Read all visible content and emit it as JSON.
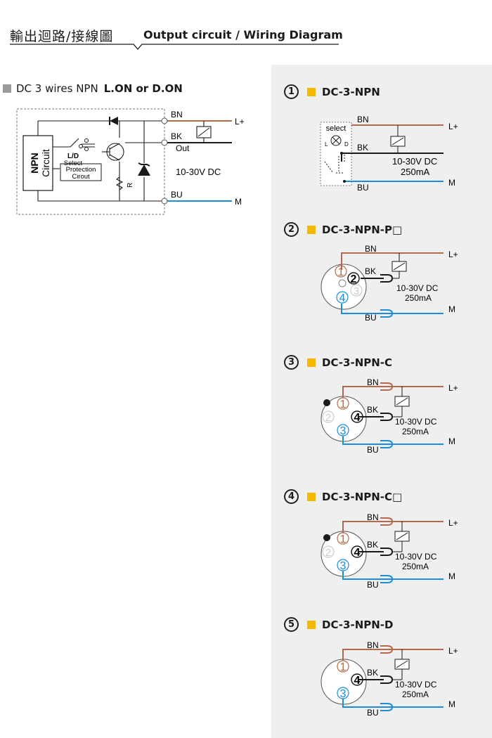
{
  "header": {
    "title_cn": "輸出迴路/接線圖",
    "title_en": "Output circuit / Wiring Diagram"
  },
  "left": {
    "heading_prefix": "DC 3 wires NPN",
    "heading_modes": "L.ON  or  D.ON",
    "labels": {
      "npn": "NPN",
      "circuit": "Circuit",
      "ld": "L/D",
      "select": "Select",
      "protection": "Protection",
      "cirout": "Cirout",
      "r": "R",
      "bn": "BN",
      "bk": "BK",
      "out": "Out",
      "bu": "BU",
      "voltage": "10-30V DC",
      "lplus": "L+",
      "m": "M"
    }
  },
  "sections": [
    {
      "num": "1",
      "title": "DC-3-NPN",
      "labels": {
        "select": "select",
        "l": "L",
        "d": "D",
        "bn": "BN",
        "bk": "BK",
        "bu": "BU",
        "lplus": "L+",
        "m": "M",
        "voltage": "10-30V DC",
        "current": "250mA"
      }
    },
    {
      "num": "2",
      "title": "DC-3-NPN-P□",
      "labels": {
        "bn": "BN",
        "bk": "BK",
        "bu": "BU",
        "lplus": "L+",
        "m": "M",
        "voltage": "10-30V DC",
        "current": "250mA",
        "pins": [
          "1",
          "2",
          "3",
          "4"
        ]
      }
    },
    {
      "num": "3",
      "title": "DC-3-NPN-C",
      "labels": {
        "bn": "BN",
        "bk": "BK",
        "bu": "BU",
        "lplus": "L+",
        "m": "M",
        "voltage": "10-30V DC",
        "current": "250mA",
        "pins": [
          "1",
          "2",
          "3",
          "4"
        ]
      }
    },
    {
      "num": "4",
      "title": "DC-3-NPN-C□",
      "labels": {
        "bn": "BN",
        "bk": "BK",
        "bu": "BU",
        "lplus": "L+",
        "m": "M",
        "voltage": "10-30V DC",
        "current": "250mA",
        "pins": [
          "1",
          "2",
          "3",
          "4"
        ]
      }
    },
    {
      "num": "5",
      "title": "DC-3-NPN-D",
      "labels": {
        "bn": "BN",
        "bk": "BK",
        "bu": "BU",
        "lplus": "L+",
        "m": "M",
        "voltage": "10-30V DC",
        "current": "250mA",
        "pins": [
          "1",
          "3",
          "4"
        ]
      }
    }
  ],
  "colors": {
    "brown": "#b5694a",
    "blue": "#1a8cd8",
    "black": "#1a1a1a",
    "accent": "#f5b800",
    "panel": "#efefef",
    "gray_sq": "#9a9a9a"
  }
}
